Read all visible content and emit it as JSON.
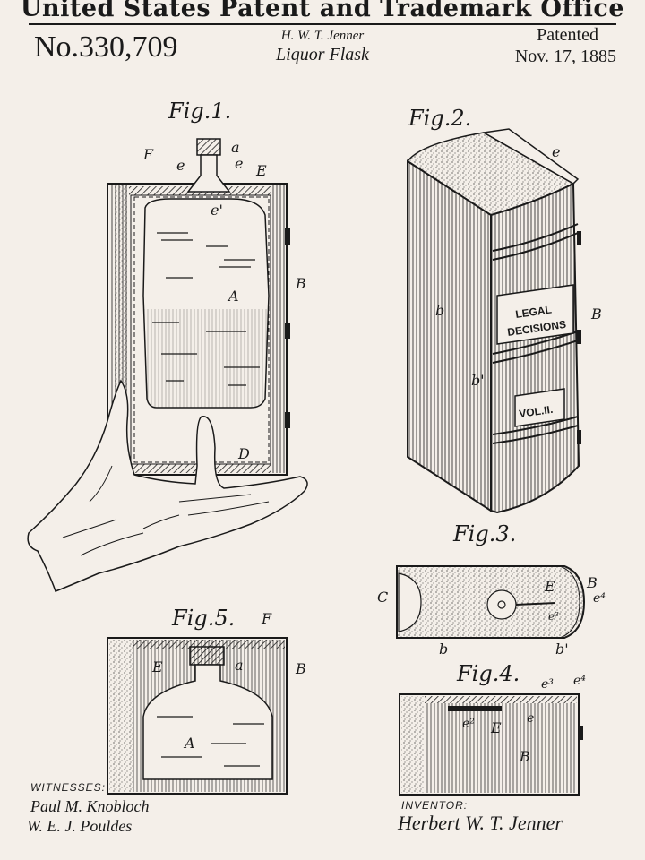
{
  "header": {
    "office_name": "United States Patent and Trademark Office",
    "patent_number": "No.330,709",
    "inventor": "H. W. T. Jenner",
    "title": "Liquor Flask",
    "patented_label": "Patented",
    "patented_date": "Nov. 17, 1885"
  },
  "figures": {
    "fig1": {
      "label": "Fig.1.",
      "refs": {
        "a": "a",
        "e1": "e",
        "e2": "e",
        "e_prime": "e'",
        "E": "E",
        "F": "F",
        "A": "A",
        "B": "B",
        "D": "D"
      }
    },
    "fig2": {
      "label": "Fig.2.",
      "spine_title_line1": "LEGAL",
      "spine_title_line2": "DECISIONS",
      "spine_volume": "VOL.II.",
      "refs": {
        "e": "e",
        "b": "b",
        "b_prime": "b'",
        "B": "B"
      }
    },
    "fig3": {
      "label": "Fig.3.",
      "refs": {
        "C": "C",
        "B": "B",
        "E": "E",
        "e3": "e³",
        "e4": "e⁴",
        "b": "b",
        "b_prime": "b'"
      }
    },
    "fig4": {
      "label": "Fig.4.",
      "refs": {
        "e3": "e³",
        "e4": "e⁴",
        "e2": "e²",
        "e": "e",
        "E": "E",
        "B": "B"
      }
    },
    "fig5": {
      "label": "Fig.5.",
      "refs": {
        "F": "F",
        "E": "E",
        "a": "a",
        "B": "B",
        "A": "A"
      }
    }
  },
  "footer": {
    "witnesses_label": "WITNESSES:",
    "witness1": "Paul M. Knobloch",
    "witness2": "W. E. J. Pouldes",
    "inventor_label": "INVENTOR:",
    "inventor_signature": "Herbert W. T. Jenner"
  }
}
